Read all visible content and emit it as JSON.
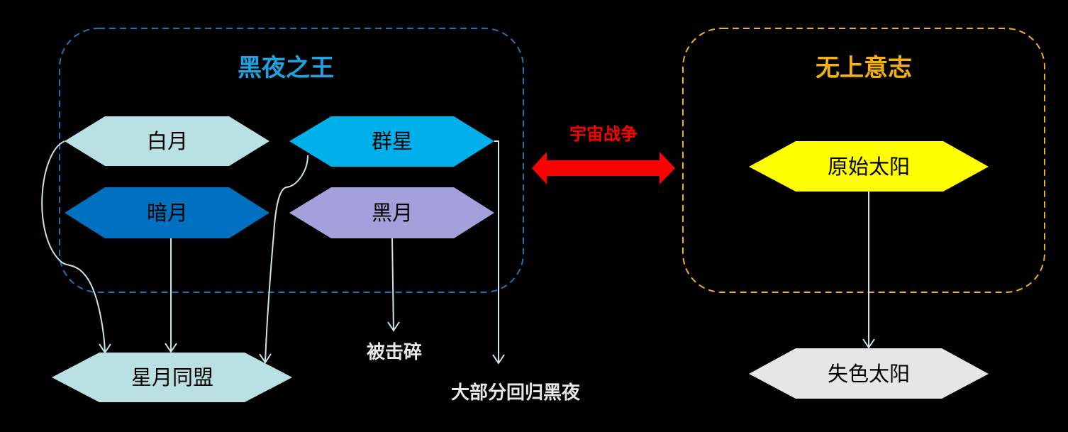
{
  "groups": {
    "night_king": {
      "title": "黑夜之王",
      "color": "#1ea3e0",
      "border_color": "#1b74b8"
    },
    "supreme_will": {
      "title": "无上意志",
      "color": "#f5b014",
      "border_color": "#f0b020"
    }
  },
  "nodes": {
    "white_moon": {
      "label": "白月",
      "fill": "#b9e1e4"
    },
    "stars": {
      "label": "群星",
      "fill": "#00b0eb"
    },
    "dark_moon": {
      "label": "暗月",
      "fill": "#0070c0"
    },
    "black_moon": {
      "label": "黑月",
      "fill": "#a4a0dc"
    },
    "star_moon_alliance": {
      "label": "星月同盟",
      "fill": "#b9e1e4"
    },
    "primal_sun": {
      "label": "原始太阳",
      "fill": "#ffff00"
    },
    "faded_sun": {
      "label": "失色太阳",
      "fill": "#e6e6e6"
    }
  },
  "outcomes": {
    "shattered": "被击碎",
    "mostly_returned": "大部分回归黑夜"
  },
  "war": {
    "label": "宇宙战争",
    "color": "#ff0000"
  },
  "connector_color": "#c8e6e6"
}
